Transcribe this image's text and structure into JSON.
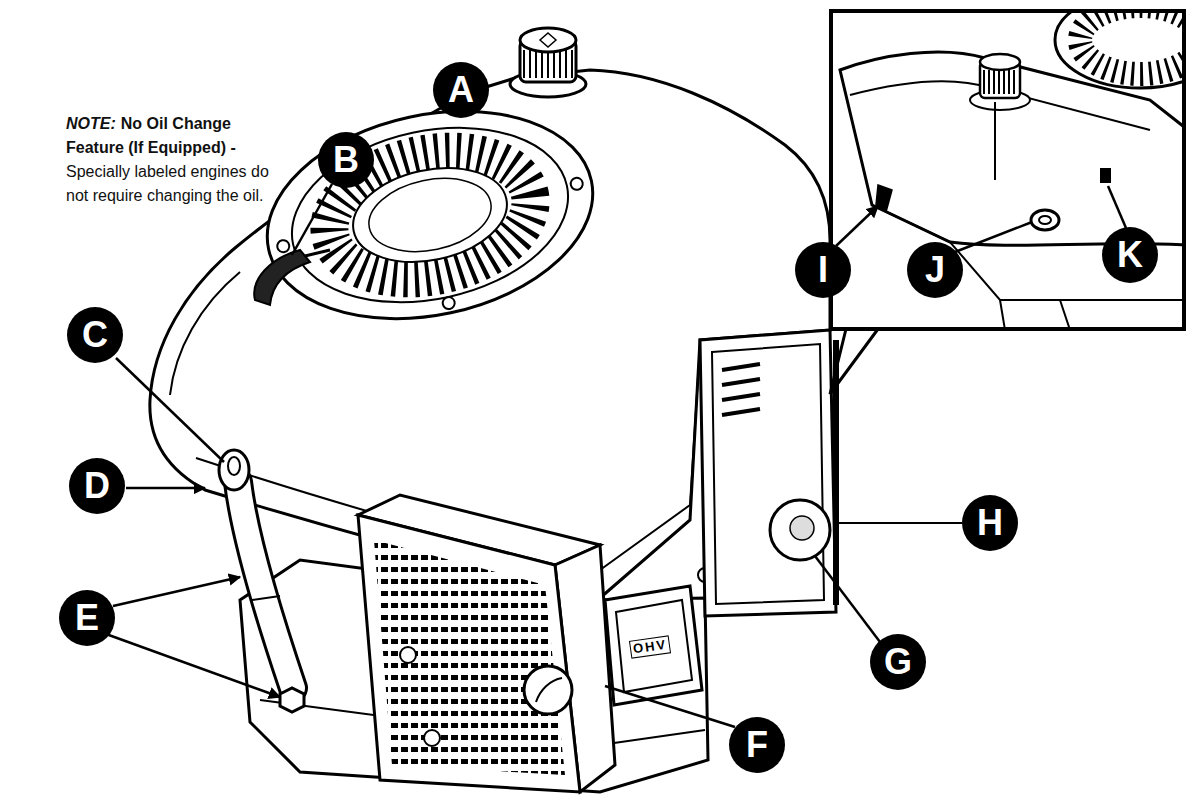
{
  "diagram": {
    "labels": [
      "NOTE:",
      "No Oil Change Feature (If Equipped) -",
      "Specially labeled engines do not require changing the oil.",
      "A",
      "B",
      "C",
      "D",
      "E",
      "F",
      "G",
      "H",
      "I",
      "J",
      "K",
      "OHV"
    ]
  }
}
